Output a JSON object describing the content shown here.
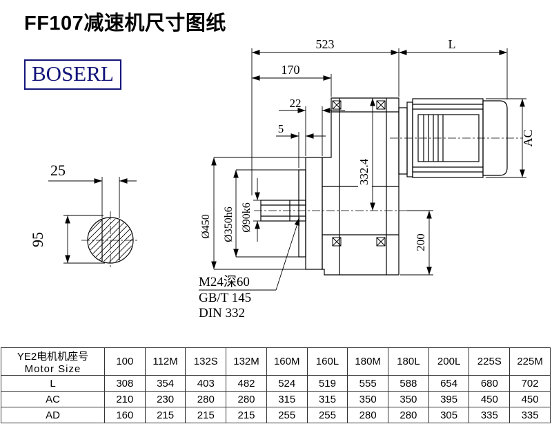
{
  "title": "FF107减速机尺寸图纸",
  "logo": "BOSERL",
  "dims": {
    "total_length": "523",
    "motor_length": "L",
    "front_length": "170",
    "flange_thickness": "22",
    "spigot_step": "5",
    "motor_height": "AC",
    "axis_height": "332.4",
    "foot_height": "200",
    "flange_od": "Ø450",
    "spigot_dia": "Ø350h6",
    "shaft_dia": "Ø90k6",
    "key_width": "25",
    "shaft_flat": "95"
  },
  "notes": {
    "tapped_hole": "M24深60",
    "standard_gb": "GB/T 145",
    "standard_din": "DIN 332"
  },
  "table": {
    "header_cn": "YE2电机机座号",
    "header_en": "Motor Size",
    "columns": [
      "100",
      "112M",
      "132S",
      "132M",
      "160M",
      "160L",
      "180M",
      "180L",
      "200L",
      "225S",
      "225M"
    ],
    "rows": [
      {
        "label": "L",
        "values": [
          "308",
          "354",
          "403",
          "482",
          "524",
          "519",
          "555",
          "588",
          "654",
          "680",
          "702"
        ]
      },
      {
        "label": "AC",
        "values": [
          "210",
          "230",
          "280",
          "280",
          "315",
          "315",
          "350",
          "350",
          "395",
          "450",
          "450"
        ]
      },
      {
        "label": "AD",
        "values": [
          "160",
          "215",
          "215",
          "215",
          "255",
          "255",
          "280",
          "280",
          "305",
          "335",
          "335"
        ]
      }
    ]
  }
}
